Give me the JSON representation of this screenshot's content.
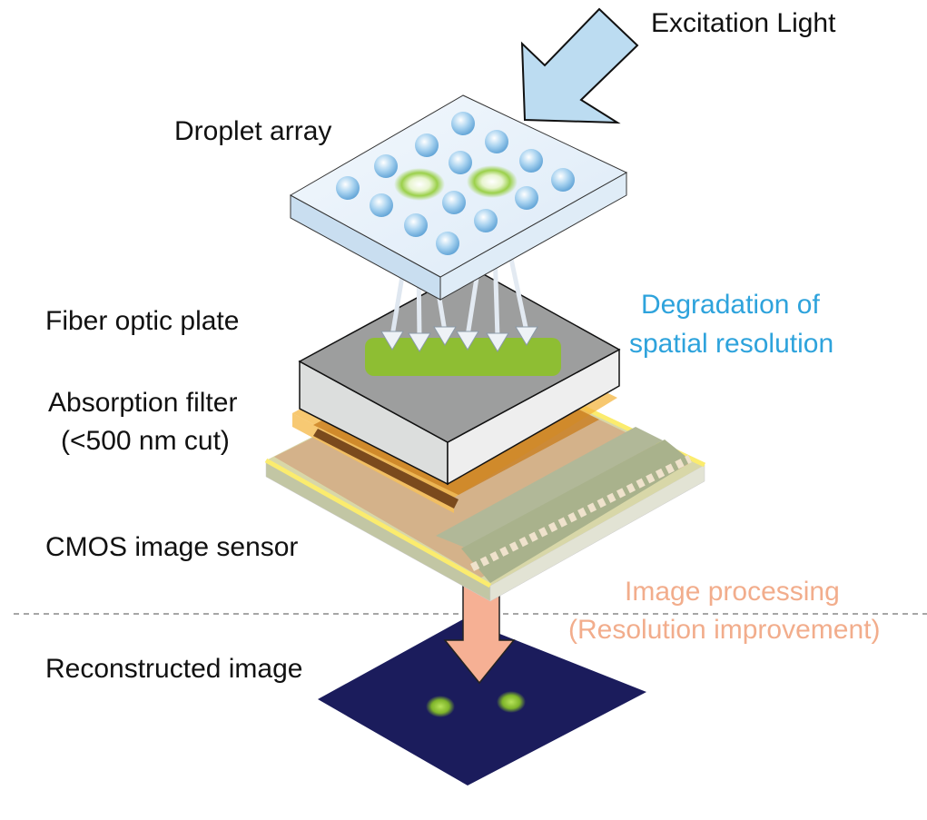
{
  "labels": {
    "excitation": "Excitation Light",
    "droplet": "Droplet array",
    "fiber": "Fiber optic plate",
    "degradation_1": "Degradation of",
    "degradation_2": "spatial resolution",
    "absorption_1": "Absorption filter",
    "absorption_2": "(<500 nm cut)",
    "cmos": "CMOS image sensor",
    "processing_1": "Image processing",
    "processing_2": "(Resolution improvement)",
    "reconstructed": "Reconstructed image"
  },
  "colors": {
    "excitation_arrow": "#bcdcf1",
    "degradation_text": "#2ea3dc",
    "processing_text": "#f2ad8c",
    "reconstructed_bg": "#1b1c5c",
    "fluorescence": "#8cc320"
  }
}
